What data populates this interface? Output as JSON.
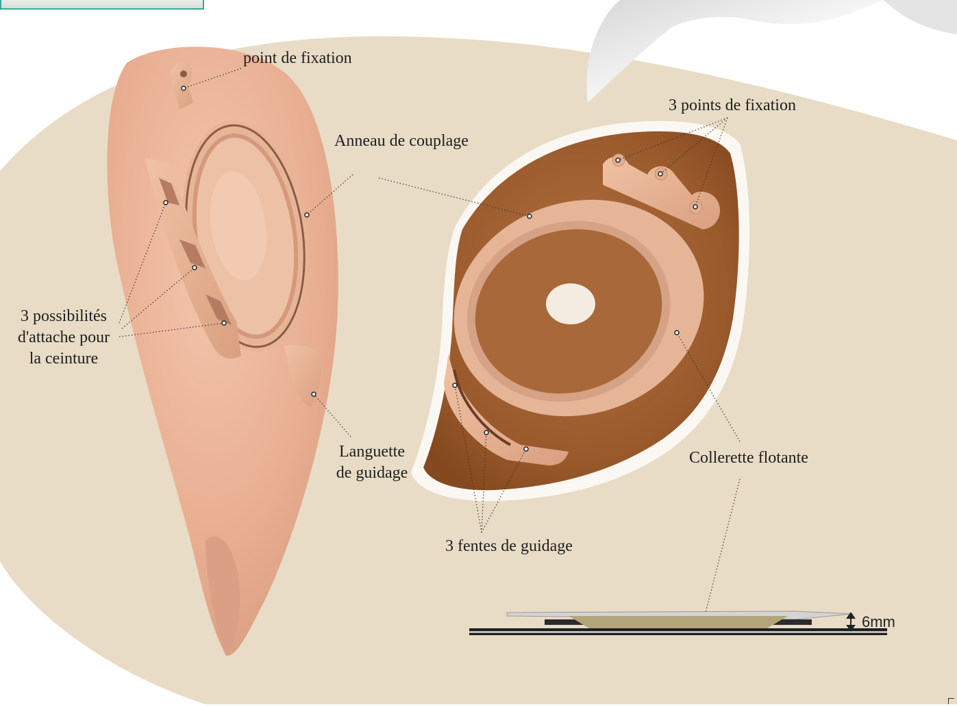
{
  "colors": {
    "backdrop": "#e8dcc6",
    "pouch_skin": "#e9b196",
    "ring": "#e2ae90",
    "hydrocolloid": "#9c5a2d",
    "thumbnail_border": "#3aa99a"
  },
  "labels": {
    "fixation_point": "point de fixation",
    "coupling_ring": "Anneau de couplage",
    "three_fixation_points": "3 points de fixation",
    "belt_attach": [
      "3 possibilités",
      "d'attache pour",
      "la ceinture"
    ],
    "guide_tab": [
      "Languette",
      "de guidage"
    ],
    "floating_collar": "Collerette flotante",
    "three_guide_slots": "3 fentes de guidage",
    "height_dimension": "6mm"
  },
  "icons": {
    "dimension_arrow": "double-vertical-arrow-icon"
  }
}
